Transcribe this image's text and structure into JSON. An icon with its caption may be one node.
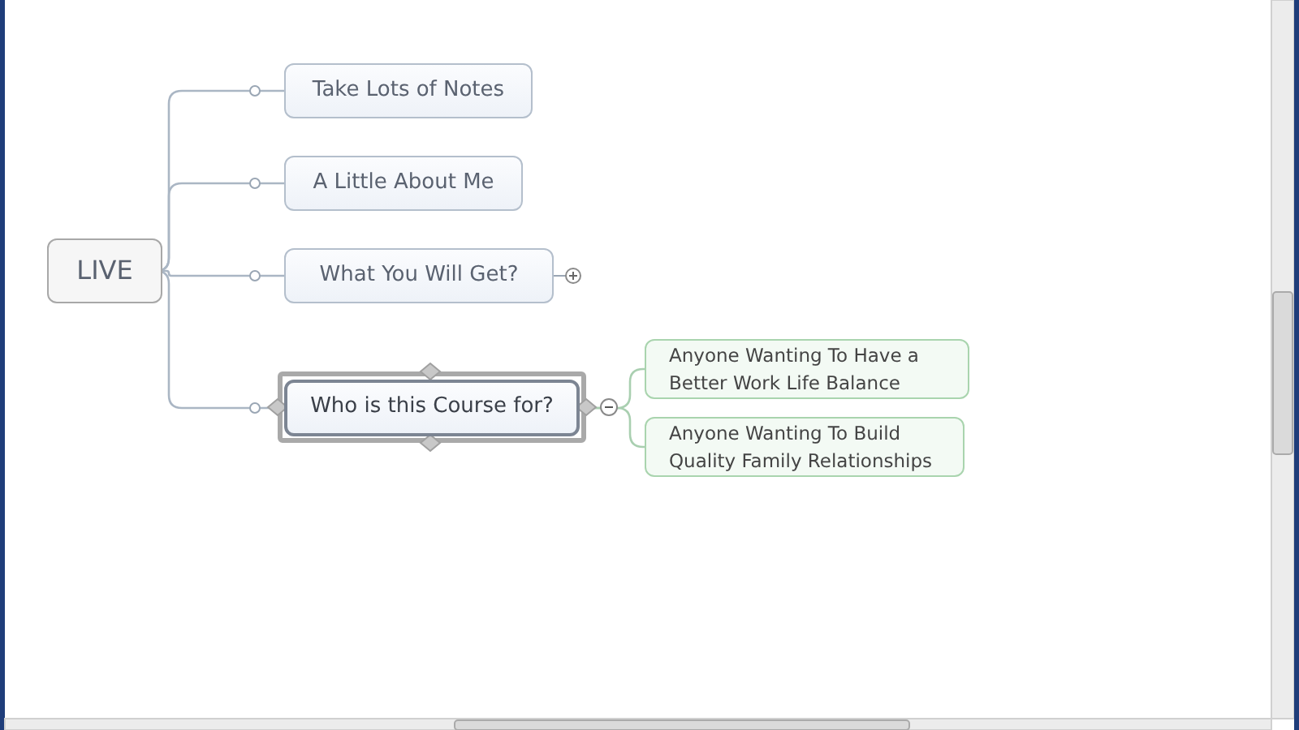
{
  "diagram": {
    "nodes": [
      {
        "text": [
          "LIVE"
        ]
      },
      {
        "text": [
          "Take Lots of Notes"
        ]
      },
      {
        "text": [
          "A Little About Me"
        ]
      },
      {
        "text": [
          "What You Will Get?"
        ]
      },
      {
        "text": [
          "Who is this Course for?"
        ]
      },
      {
        "text": [
          "Anyone Wanting To Have a Better Work Life Balance"
        ]
      },
      {
        "text": [
          "Anyone Wanting To Build Quality Family Relationships"
        ]
      }
    ],
    "edges": [
      {
        "from": 0,
        "to": 1,
        "arrow": "none"
      },
      {
        "from": 0,
        "to": 2,
        "arrow": "none"
      },
      {
        "from": 0,
        "to": 3,
        "arrow": "none"
      },
      {
        "from": 0,
        "to": 4,
        "arrow": "none"
      },
      {
        "from": 4,
        "to": 5,
        "arrow": "none"
      },
      {
        "from": 4,
        "to": 6,
        "arrow": "none"
      }
    ]
  }
}
